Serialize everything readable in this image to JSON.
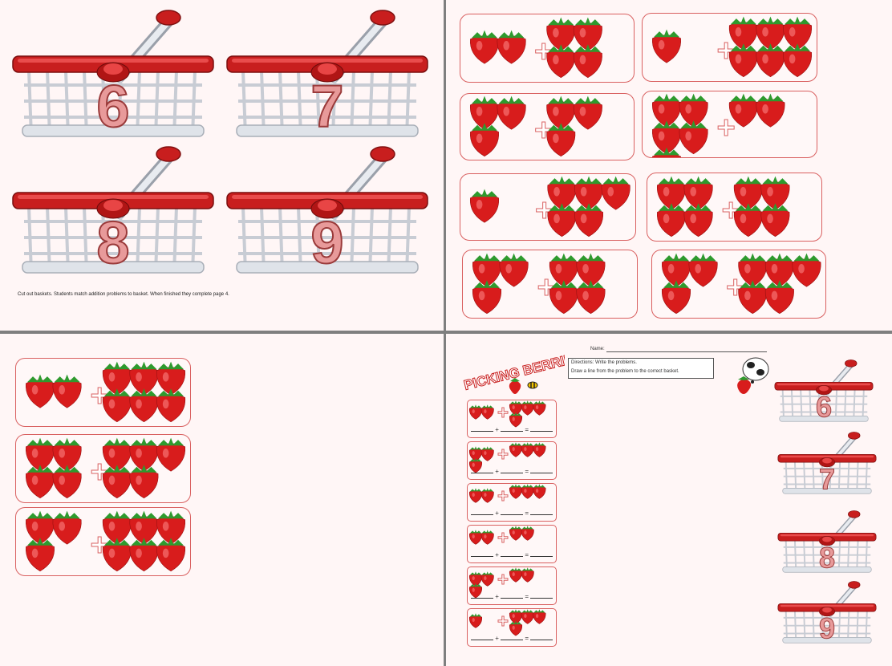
{
  "page1": {
    "baskets": [
      "6",
      "7",
      "8",
      "9"
    ],
    "instructions": "Cut out baskets.  Students match addition problems to basket.  When finished they complete page 4."
  },
  "page2": {
    "cards": [
      {
        "a": 2,
        "b": 4
      },
      {
        "a": 1,
        "b": 6
      },
      {
        "a": 3,
        "b": 3
      },
      {
        "a": 5,
        "b": 2
      },
      {
        "a": 1,
        "b": 5
      },
      {
        "a": 4,
        "b": 4
      },
      {
        "a": 3,
        "b": 4
      },
      {
        "a": 3,
        "b": 5
      }
    ]
  },
  "page3": {
    "cards": [
      {
        "a": 2,
        "b": 6
      },
      {
        "a": 4,
        "b": 5
      },
      {
        "a": 3,
        "b": 6
      }
    ]
  },
  "page4": {
    "title": "PICKING BERRIES!",
    "name_label": "Name:",
    "directions_line1": "Directions:  Write the problems.",
    "directions_line2": "Draw a line from the problem to the correct basket.",
    "plus": "+",
    "equals": "=",
    "problems": [
      {
        "a": 2,
        "b": 4
      },
      {
        "a": 3,
        "b": 3
      },
      {
        "a": 2,
        "b": 3
      },
      {
        "a": 2,
        "b": 2
      },
      {
        "a": 3,
        "b": 2
      },
      {
        "a": 1,
        "b": 4
      }
    ],
    "baskets": [
      "6",
      "7",
      "8",
      "9"
    ]
  },
  "colors": {
    "berry": "#d81c1c",
    "leaf": "#2e9a2e",
    "basket_top": "#c81e1e",
    "wire": "#c8ccd4",
    "divider": "#7f7f7f"
  }
}
